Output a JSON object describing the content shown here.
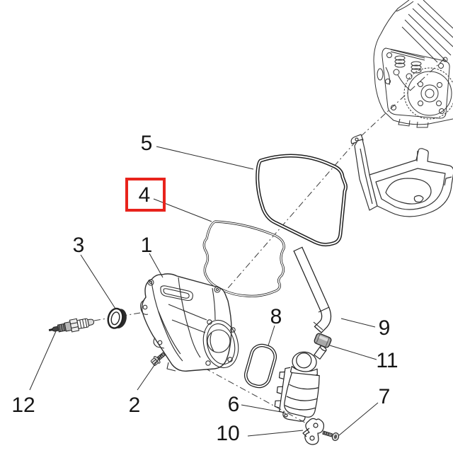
{
  "diagram": {
    "background": "#ffffff",
    "line_color": "#2a2a2a",
    "highlight": {
      "color": "#e8231c",
      "highlighted_callout": "4"
    },
    "callouts": [
      {
        "label": "1"
      },
      {
        "label": "2"
      },
      {
        "label": "3"
      },
      {
        "label": "4"
      },
      {
        "label": "5"
      },
      {
        "label": "6"
      },
      {
        "label": "7"
      },
      {
        "label": "8"
      },
      {
        "label": "9"
      },
      {
        "label": "10"
      },
      {
        "label": "11"
      },
      {
        "label": "12"
      }
    ]
  }
}
